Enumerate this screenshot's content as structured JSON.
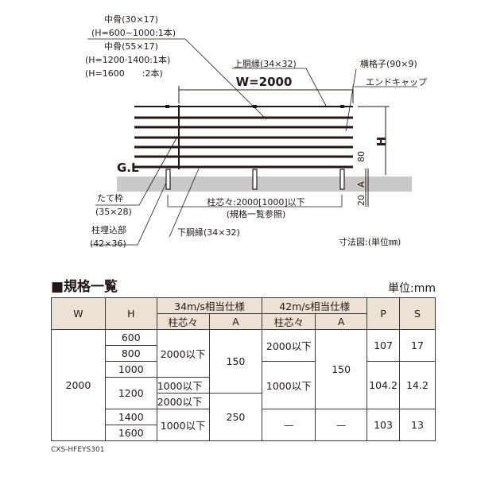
{
  "diagram": {
    "labels": {
      "mid_bone_1": "中骨(30×17)",
      "mid_bone_1_note": "(H=600~1000:1本)",
      "mid_bone_2": "中骨(55×17)",
      "mid_bone_2_note1": "(H=1200·1400:1本)",
      "mid_bone_2_note2": "(H=1600　　:2本)",
      "top_rail": "上胴縁(34×32)",
      "horizontal_slat": "横格子(90×9)",
      "end_cap": "エンドキャップ",
      "width": "W=2000",
      "height": "H",
      "gl": "G.L",
      "dim_80": "80",
      "dim_a": "A",
      "dim_20": "20",
      "vertical_frame": "たて枠",
      "vertical_frame_size": "(35×28)",
      "post_embed": "柱埋込部",
      "post_embed_size": "(42×36)",
      "post_pitch": "柱芯々:2000[1000]以下",
      "post_pitch_note": "(規格一覧参照)",
      "bottom_rail": "下胴縁(34×32)",
      "caption": "寸法図:(単位㎜)"
    }
  },
  "spec": {
    "title": "■規格一覧",
    "unit": "単位:mm",
    "headers": {
      "w": "W",
      "h": "H",
      "g34": "34m/s相当仕様",
      "g42": "42m/s相当仕様",
      "pitch": "柱芯々",
      "a": "A",
      "p": "P",
      "s": "S"
    },
    "w": "2000",
    "h": [
      "600",
      "800",
      "1000",
      "1200",
      "1400",
      "1600"
    ],
    "s34_pitch": [
      "2000以下",
      "1000以下",
      "2000以下",
      "1000以下"
    ],
    "s34_a": [
      "150",
      "250"
    ],
    "s42_pitch": [
      "2000以下",
      "1000以下",
      "—"
    ],
    "s42_a": [
      "150",
      "—"
    ],
    "p": [
      "107",
      "104.2",
      "103"
    ],
    "s": [
      "17",
      "14.2",
      "13"
    ]
  },
  "product_code": "CXS-HFEYS301"
}
